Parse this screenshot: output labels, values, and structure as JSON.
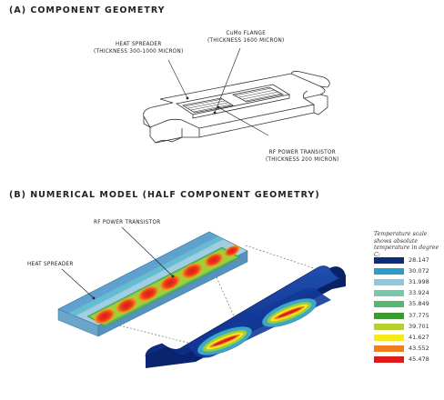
{
  "sections": {
    "geometry_title": "(A) COMPONENT GEOMETRY",
    "model_title": "(B) NUMERICAL MODEL (HALF COMPONENT GEOMETRY)"
  },
  "geometry_labels": {
    "heat_spreader": [
      "HEAT SPREADER",
      "(THICKNESS 300-1000 MICRON)"
    ],
    "cumo_flange": [
      "CuMo FLANGE",
      "(THICKNESS 1600 MICRON)"
    ],
    "rf_transistor": [
      "RF POWER TRANSISTOR",
      "(THICKNESS 200 MICRON)"
    ]
  },
  "model_labels": {
    "rf_transistor": "RF POWER TRANSISTOR",
    "heat_spreader": "HEAT SPREADER"
  },
  "legend": {
    "title": [
      "Temperature scale",
      "shows absolute",
      "temperature in degree C:"
    ],
    "items": [
      {
        "value": "28.147",
        "color": "#0d2d7a"
      },
      {
        "value": "30.072",
        "color": "#2a9ec4"
      },
      {
        "value": "31.998",
        "color": "#8fc6e0"
      },
      {
        "value": "33.924",
        "color": "#79c9a8"
      },
      {
        "value": "35.849",
        "color": "#56b86e"
      },
      {
        "value": "37.775",
        "color": "#3c9a2e"
      },
      {
        "value": "39.701",
        "color": "#b7cf2c"
      },
      {
        "value": "41.627",
        "color": "#f5e81c"
      },
      {
        "value": "43.552",
        "color": "#f07d1e"
      },
      {
        "value": "45.478",
        "color": "#e01a1a"
      }
    ]
  }
}
